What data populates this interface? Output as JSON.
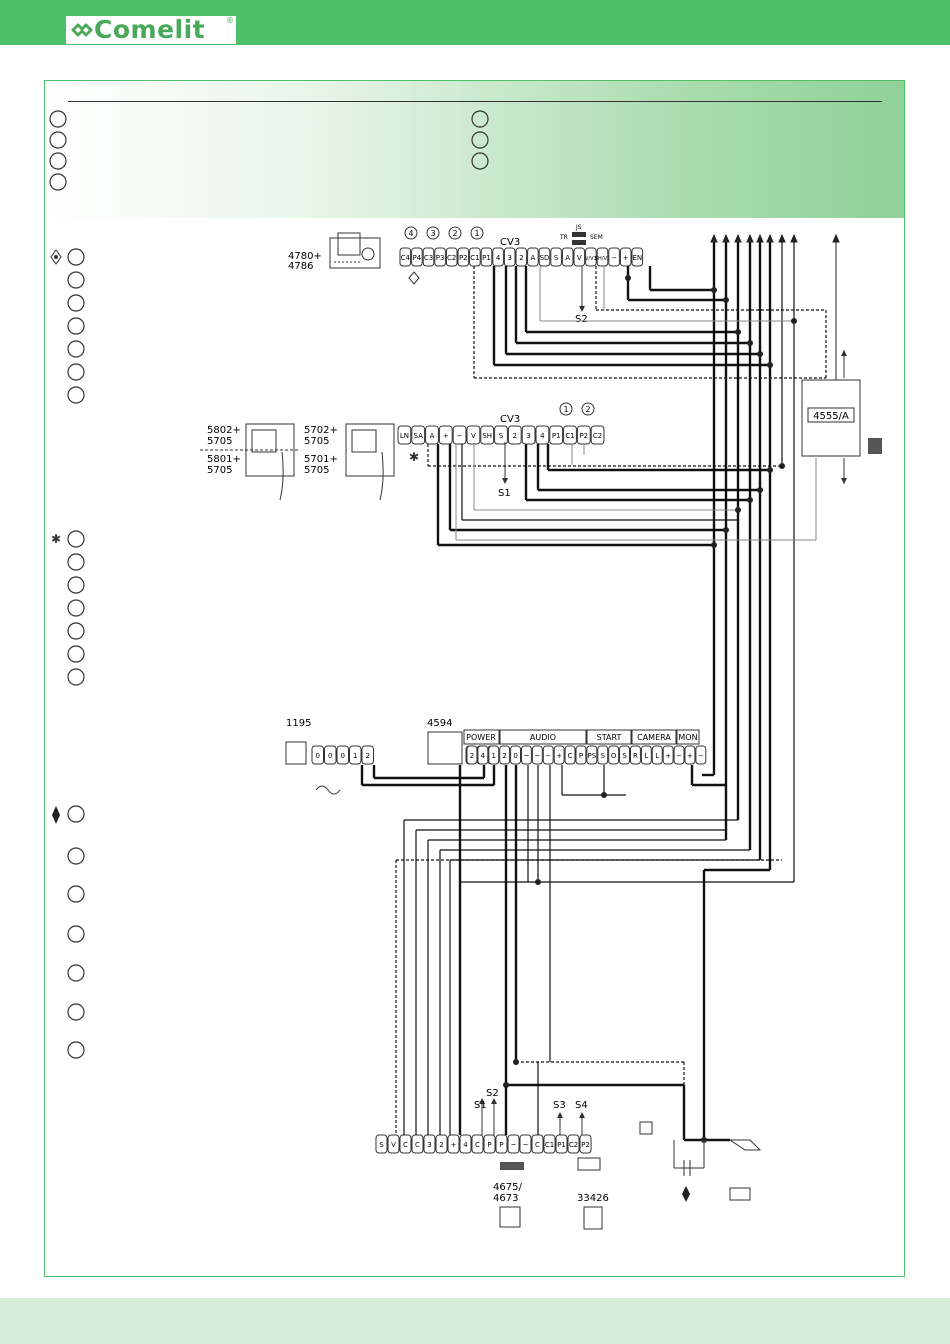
{
  "brand": {
    "name": "Comelit",
    "reg_mark": "®",
    "accent": "#4fbf6a",
    "footer_color": "#d6ecd6"
  },
  "devices": {
    "monitor_top": {
      "label_line1": "4780+",
      "label_line2": "4786"
    },
    "monitor_a": {
      "label_line1": "5802+",
      "label_line2": "5705"
    },
    "monitor_b": {
      "label_line1": "5801+",
      "label_line2": "5705"
    },
    "monitor_c": {
      "label_line1": "5702+",
      "label_line2": "5705"
    },
    "monitor_d": {
      "label_line1": "5701+",
      "label_line2": "5705"
    },
    "psu": "1195",
    "relay": "4594",
    "actuator": "4555/A",
    "keypad": {
      "line1": "4675/",
      "line2": "4673"
    },
    "module": "33426"
  },
  "terminals": {
    "top": [
      "C4",
      "P4",
      "C3",
      "P3",
      "C2",
      "P2",
      "C1",
      "P1",
      "4",
      "3",
      "2",
      "A",
      "SD",
      "S",
      "A",
      "V",
      "V/V1",
      "SH/V2",
      "−",
      "+",
      "EN"
    ],
    "mid": [
      "LN",
      "SA",
      "A",
      "+",
      "−",
      "V",
      "SH",
      "S",
      "2",
      "3",
      "4",
      "P1",
      "C1",
      "P2",
      "C2"
    ],
    "psu": [
      "0",
      "0",
      "0",
      "1",
      "2"
    ],
    "relay": [
      "2",
      "1",
      "0"
    ],
    "unit": [
      "2",
      "4",
      "1",
      "2",
      "0",
      "~",
      "~",
      "−",
      "+",
      "C",
      "P",
      "PS",
      "S",
      "O",
      "S",
      "R",
      "L",
      "L",
      "+",
      "−",
      "+",
      "−"
    ],
    "bottom": [
      "S",
      "V",
      "C",
      "C",
      "3",
      "2",
      "+",
      "4",
      "C",
      "P",
      "P",
      "~",
      "~",
      "C",
      "C1",
      "P1",
      "C2",
      "P2"
    ]
  },
  "unit_sections": [
    "POWER",
    "AUDIO",
    "START",
    "CAMERA",
    "MON"
  ],
  "jumpers": {
    "js": "JS",
    "tr": "TR",
    "sem": "SEM"
  },
  "wire_labels": {
    "cv3_top": "CV3",
    "cv3_mid": "CV3",
    "s1": "S1",
    "s2": "S2",
    "s3": "S3",
    "s4": "S4"
  },
  "callouts": {
    "one": "1",
    "two": "2",
    "three": "3",
    "four": "4"
  },
  "icons": {
    "diamond": "diamond-icon",
    "star": "star-icon",
    "alt": "alt-mark-icon"
  }
}
